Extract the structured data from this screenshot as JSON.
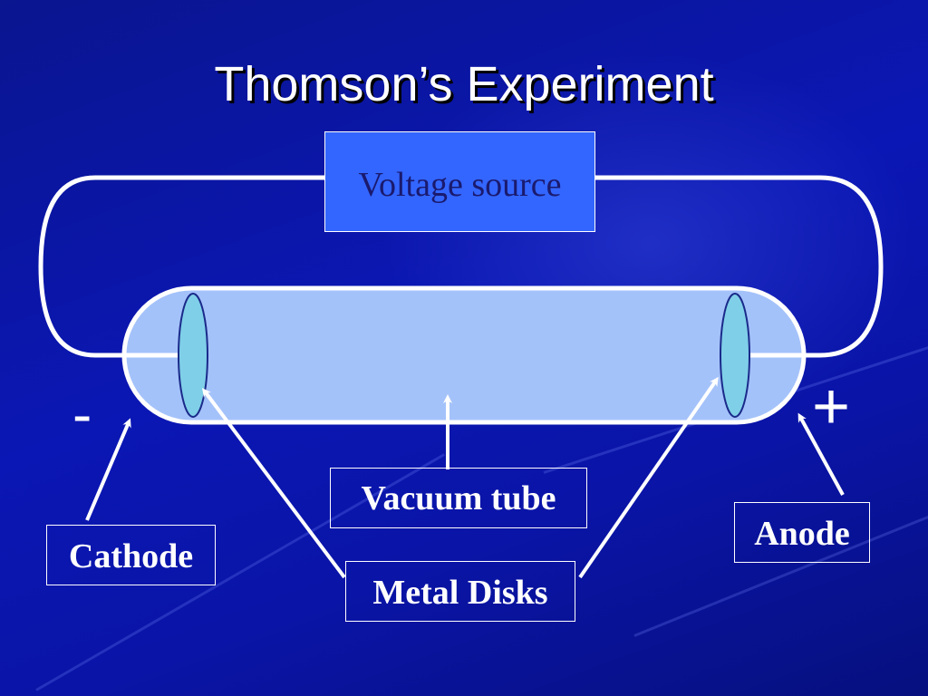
{
  "slide": {
    "title": "Thomson’s Experiment"
  },
  "diagram": {
    "voltage_source_label": "Voltage source",
    "negative_sign": "-",
    "positive_sign": "+",
    "labels": {
      "cathode": "Cathode",
      "anode": "Anode",
      "vacuum_tube": "Vacuum tube",
      "metal_disks": "Metal Disks"
    }
  },
  "colors": {
    "background": "#0b17b4",
    "voltage_box": "#3366ff",
    "tube_fill": "#a4c2fa",
    "disk_fill": "#7fcfe8",
    "wire": "#ffffff"
  }
}
